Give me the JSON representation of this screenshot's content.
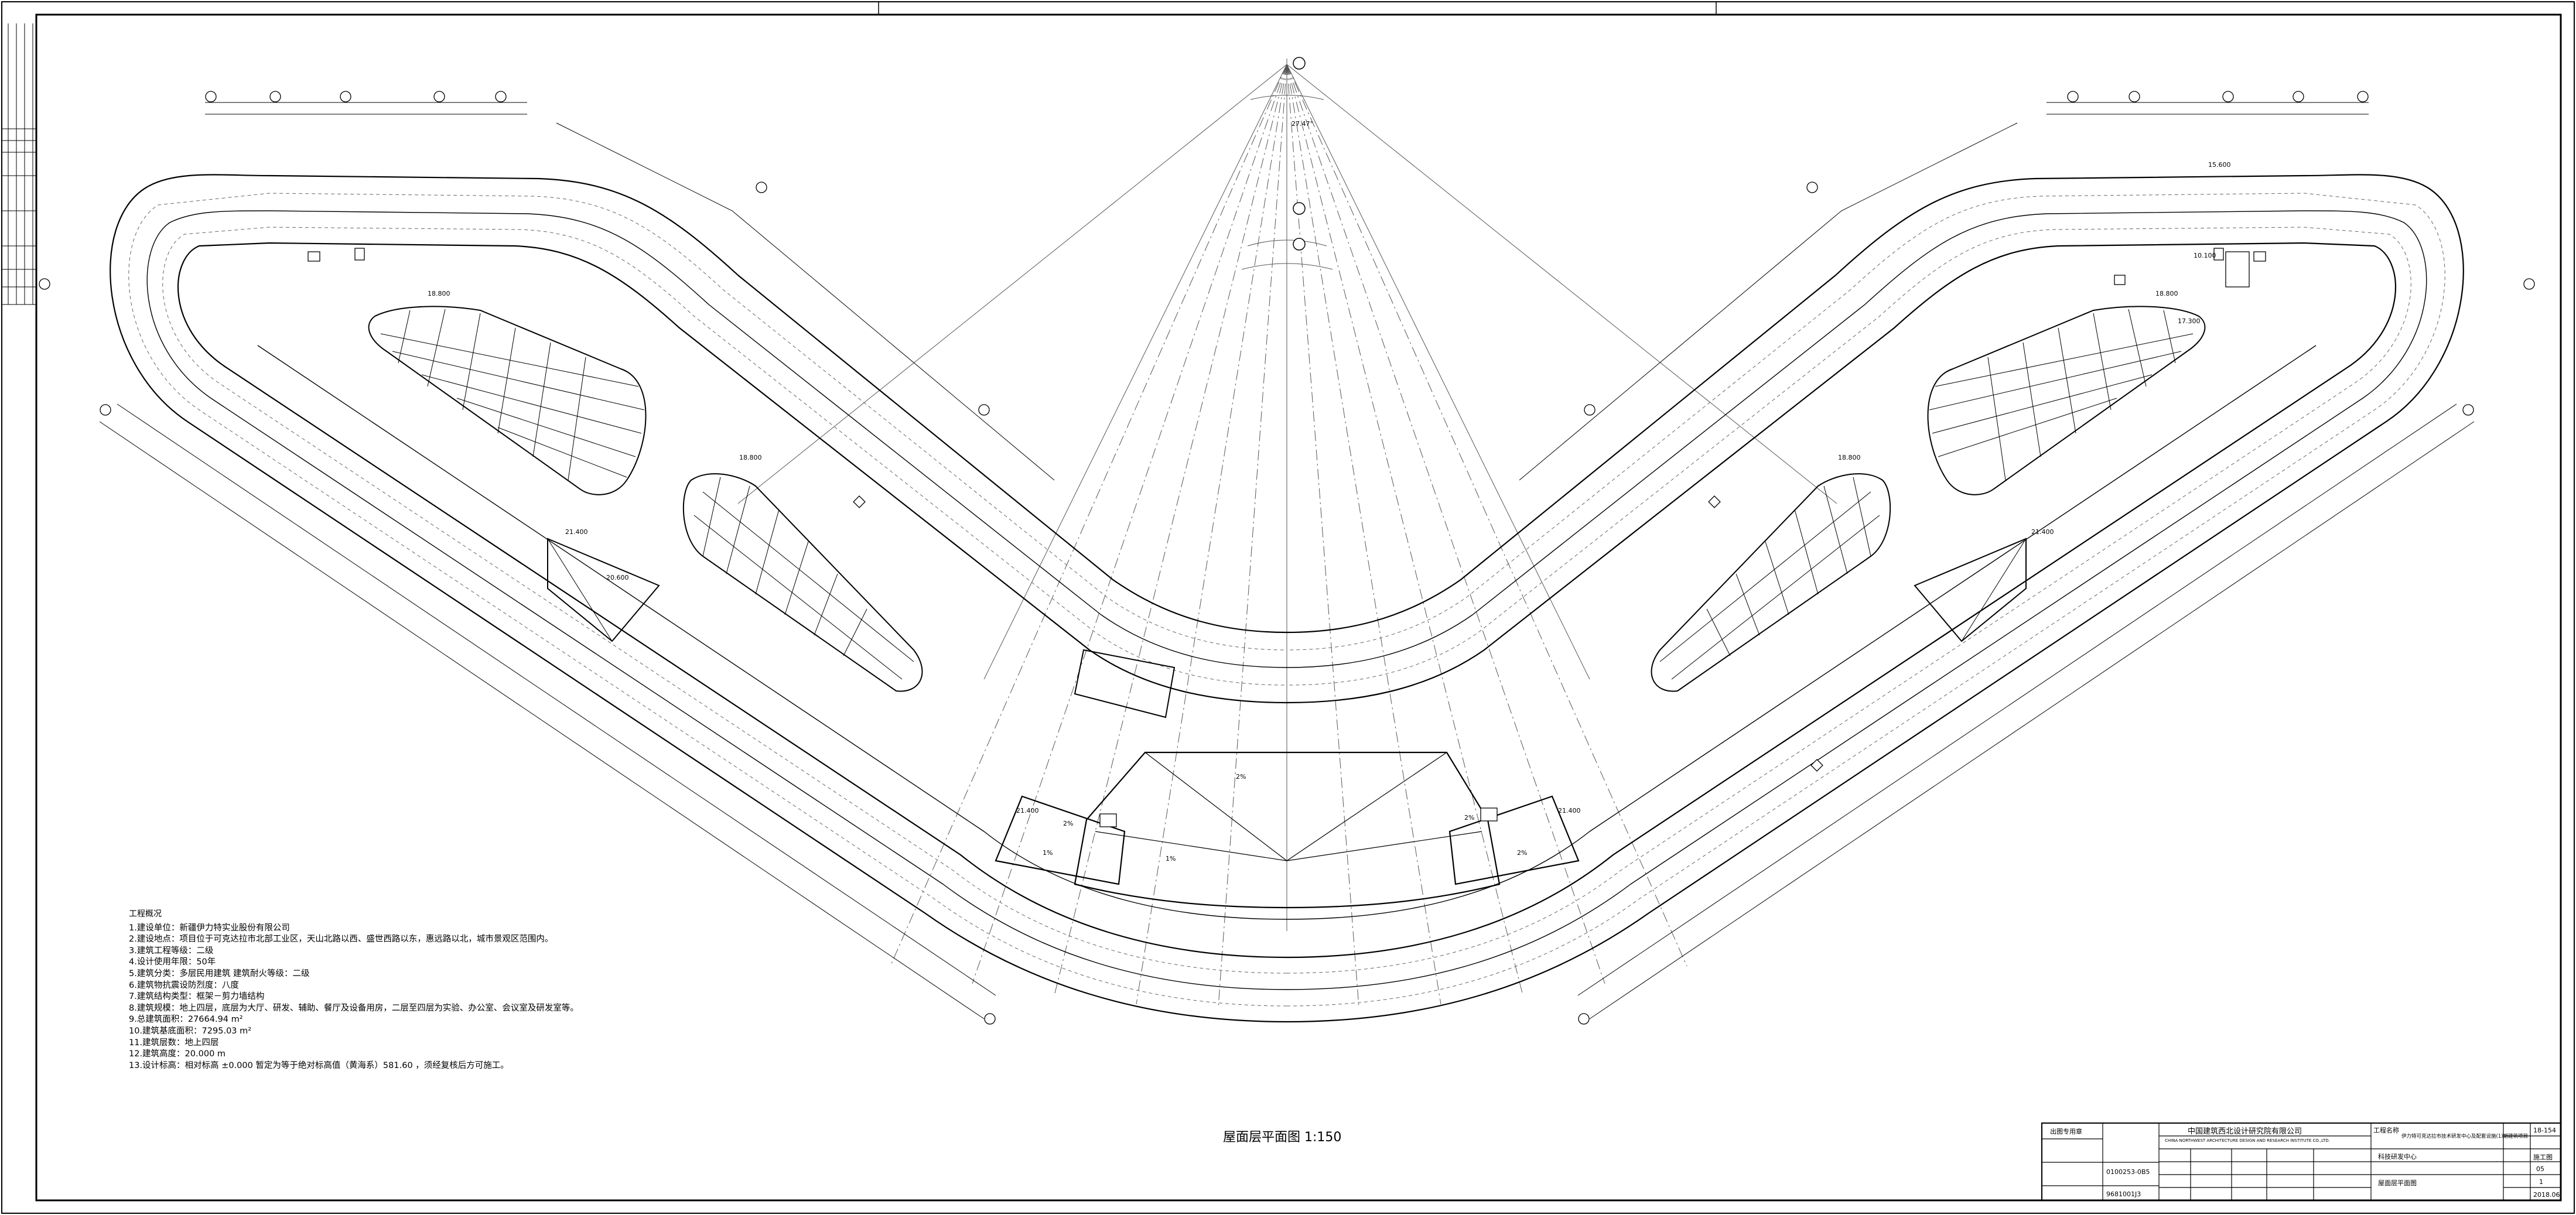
{
  "drawing": {
    "title": "屋面层平面图 1:150",
    "elevation_labels": [
      "21.400",
      "20.600",
      "18.800",
      "17.300",
      "15.600",
      "10.100"
    ],
    "slope_labels": [
      "2%",
      "1%",
      "2%",
      "1%",
      "2%",
      "2%"
    ],
    "angle_label": "27.47°"
  },
  "notes": {
    "title": "工程概况",
    "items": [
      "1.建设单位：新疆伊力特实业股份有限公司",
      "2.建设地点：项目位于可克达拉市北部工业区，天山北路以西、盛世西路以东，惠远路以北，城市景观区范围内。",
      "3.建筑工程等级：二级",
      "4.设计使用年限：50年",
      "5.建筑分类：多层民用建筑    建筑耐火等级：二级",
      "6.建筑物抗震设防烈度：八度",
      "7.建筑结构类型：框架－剪力墙结构",
      "8.建筑规模：地上四层，底层为大厅、研发、辅助、餐厅及设备用房，二层至四层为实验、办公室、会议室及研发室等。",
      "9.总建筑面积：27664.94 m²",
      "10.建筑基底面积：7295.03 m²",
      "11.建筑层数：地上四层",
      "12.建筑高度：20.000 m",
      "13.设计标高：相对标高 ±0.000 暂定为等于绝对标高值（黄海系）581.60 ，须经复核后方可施工。"
    ]
  },
  "title_block": {
    "company": "中国建筑西北设计研究院有限公司",
    "company_en": "CHINA NORTHWEST ARCHITECTURE DESIGN AND RESEARCH INSTITUTE CO.,LTD.",
    "project_label": "工程名称",
    "project_name": "伊力特可克达拉市技术研发中心及配套设施(1)期建筑项目",
    "sub_project": "科技研发中心",
    "sheet_name": "屋面层平面图",
    "cert_no_1": "0100253-0B5",
    "cert_no_2": "9681001J3",
    "stamp_header": "出图专用章",
    "project_no": "18-154",
    "stage": "施工图",
    "sheet_no": "05",
    "version": "1",
    "date": "2018.06"
  }
}
